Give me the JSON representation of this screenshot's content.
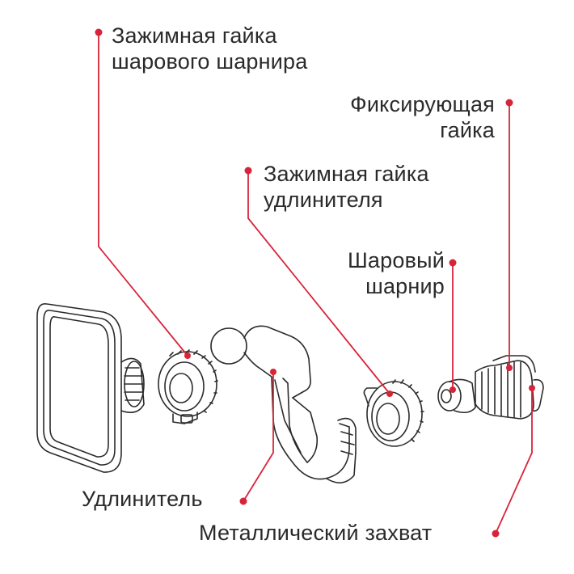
{
  "labels": {
    "ball_clamp_nut": "Зажимная гайка\nшарового шарнира",
    "fixing_nut": "Фиксирующая\nгайка",
    "extension_clamp_nut": "Зажимная гайка\nудлинителя",
    "ball_joint": "Шаровый\nшарнир",
    "extension": "Удлинитель",
    "metal_clip": "Металлический захват"
  },
  "colors": {
    "callout": "#d8243a",
    "outline": "#2b2b2b",
    "text": "#2a2a2a"
  }
}
